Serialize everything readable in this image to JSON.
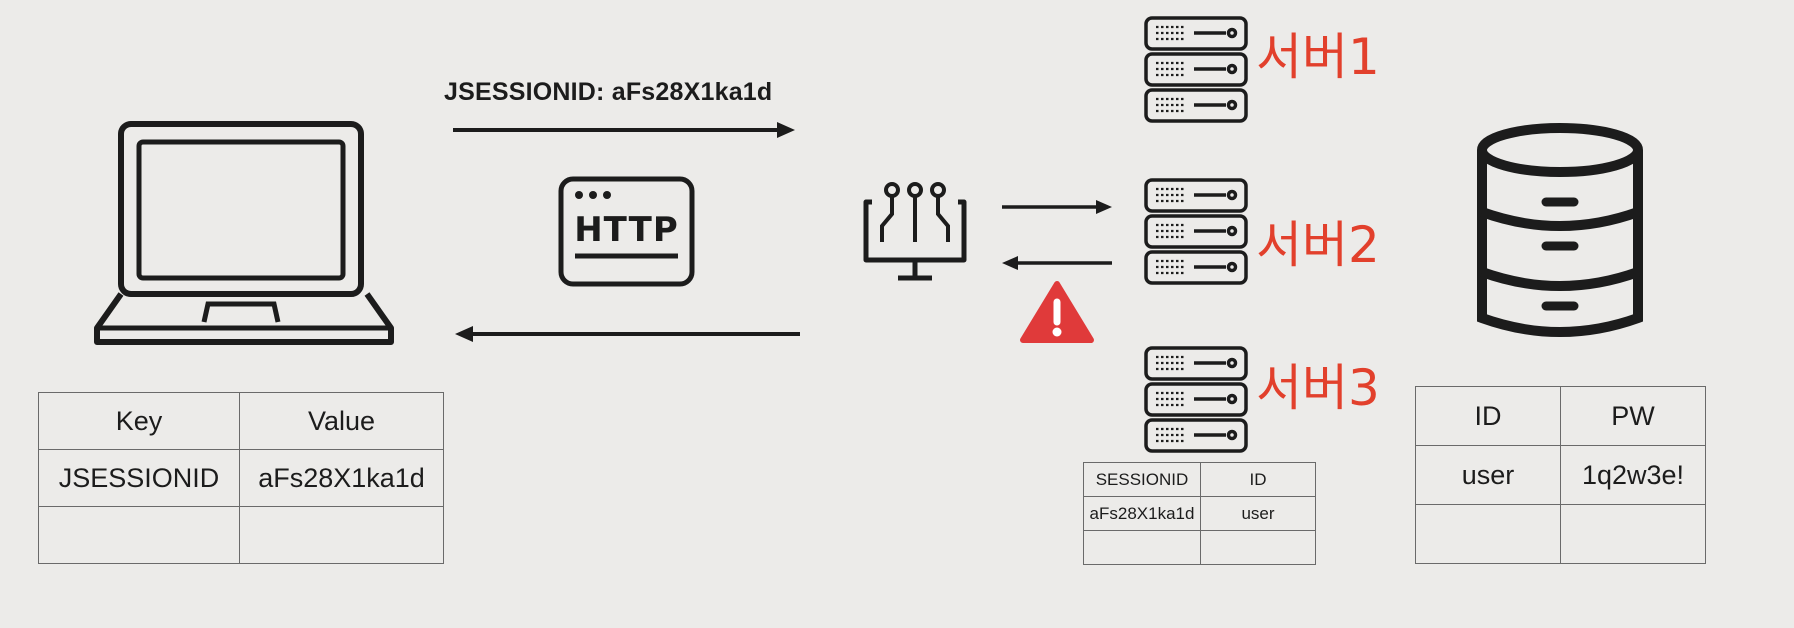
{
  "request_cookie": "JSESSIONID: aFs28X1ka1d",
  "http_badge": "HTTP",
  "icons": [
    "laptop-icon",
    "http-icon",
    "load-balancer-icon",
    "server-icon",
    "warning-icon",
    "database-icon"
  ],
  "colors": {
    "server_label": "#e2402c",
    "warning": "#e03a3a",
    "background": "#ecebe9"
  },
  "servers": [
    {
      "label": "서버1"
    },
    {
      "label": "서버2"
    },
    {
      "label": "서버3"
    }
  ],
  "client_table": {
    "headers": [
      "Key",
      "Value"
    ],
    "rows": [
      [
        "JSESSIONID",
        "aFs28X1ka1d"
      ],
      [
        "",
        ""
      ]
    ]
  },
  "session_table": {
    "headers": [
      "SESSIONID",
      "ID"
    ],
    "rows": [
      [
        "aFs28X1ka1d",
        "user"
      ],
      [
        "",
        ""
      ]
    ]
  },
  "user_table": {
    "headers": [
      "ID",
      "PW"
    ],
    "rows": [
      [
        "user",
        "1q2w3e!"
      ],
      [
        "",
        ""
      ]
    ]
  }
}
